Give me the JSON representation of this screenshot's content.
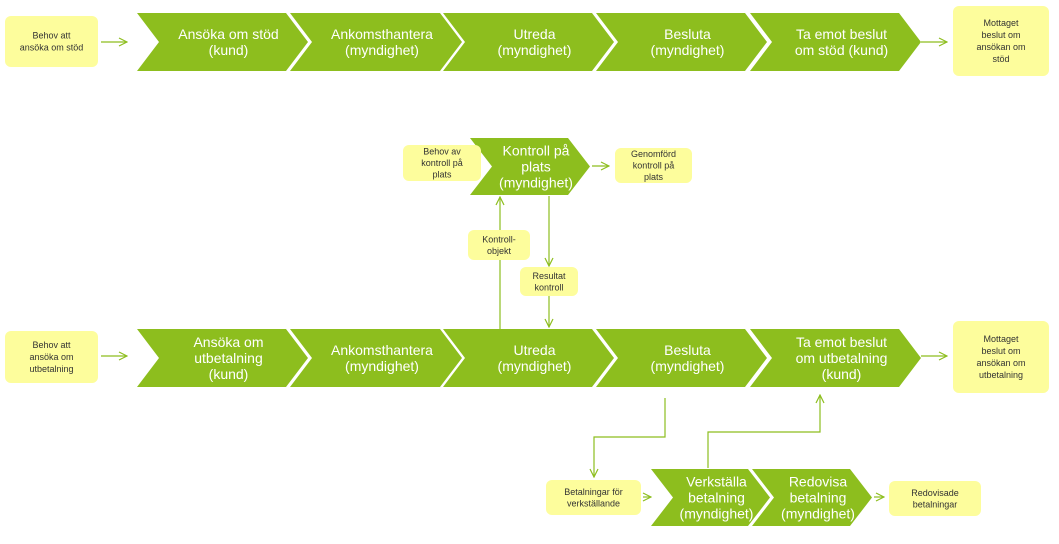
{
  "colors": {
    "chevron": "#8dbe1e",
    "note": "#fdfd9c",
    "connector": "#8dbe1e"
  },
  "row1": {
    "input_note": [
      "Behov att",
      "ansöka om stöd"
    ],
    "steps": [
      {
        "lines": [
          "Ansöka om stöd",
          "(kund)"
        ]
      },
      {
        "lines": [
          "Ankomsthantera",
          "(myndighet)"
        ]
      },
      {
        "lines": [
          "Utreda",
          "(myndighet)"
        ]
      },
      {
        "lines": [
          "Besluta",
          "(myndighet)"
        ]
      },
      {
        "lines": [
          "Ta emot beslut",
          "om stöd (kund)"
        ]
      }
    ],
    "output_note": [
      "Mottaget",
      "beslut om",
      "ansökan om",
      "stöd"
    ]
  },
  "control": {
    "input_note": [
      "Behov av",
      "kontroll på",
      "plats"
    ],
    "step": {
      "lines": [
        "Kontroll på",
        "plats",
        "(myndighet)"
      ]
    },
    "output_note": [
      "Genomförd",
      "kontroll på",
      "plats"
    ],
    "object_note": [
      "Kontroll-",
      "objekt"
    ],
    "result_note": [
      "Resultat",
      "kontroll"
    ]
  },
  "row2": {
    "input_note": [
      "Behov att",
      "ansöka om",
      "utbetalning"
    ],
    "steps": [
      {
        "lines": [
          "Ansöka om",
          "utbetalning",
          "(kund)"
        ]
      },
      {
        "lines": [
          "Ankomsthantera",
          "(myndighet)"
        ]
      },
      {
        "lines": [
          "Utreda",
          "(myndighet)"
        ]
      },
      {
        "lines": [
          "Besluta",
          "(myndighet)"
        ]
      },
      {
        "lines": [
          "Ta emot beslut",
          "om utbetalning",
          "(kund)"
        ]
      }
    ],
    "output_note": [
      "Mottaget",
      "beslut om",
      "ansökan om",
      "utbetalning"
    ]
  },
  "row3": {
    "input_note": [
      "Betalningar för",
      "verkställande"
    ],
    "steps": [
      {
        "lines": [
          "Verkställa",
          "betalning",
          "(myndighet)"
        ]
      },
      {
        "lines": [
          "Redovisa",
          "betalning",
          "(myndighet)"
        ]
      }
    ],
    "output_note": [
      "Redovisade",
      "betalningar"
    ]
  }
}
